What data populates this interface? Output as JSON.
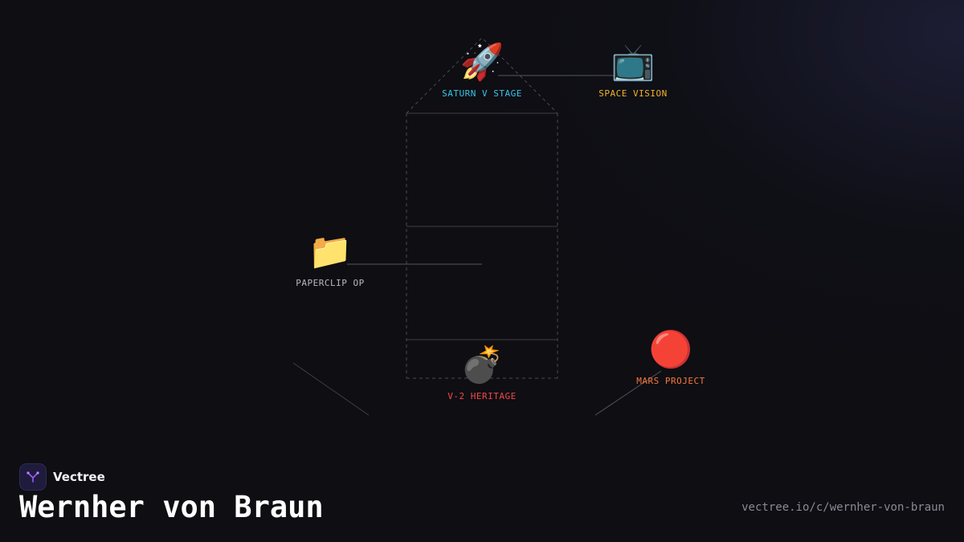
{
  "brand": {
    "name": "Vectree",
    "logo_icon": "tree-branch-icon"
  },
  "page": {
    "title": "Wernher von Braun",
    "url": "vectree.io/c/wernher-von-braun"
  },
  "nodes": [
    {
      "id": "saturn",
      "label": "SATURN V STAGE",
      "emoji": "🚀",
      "icon": "rocket-icon",
      "color": "#38c4e8"
    },
    {
      "id": "space-vision",
      "label": "SPACE VISION",
      "emoji": "📺",
      "icon": "television-icon",
      "color": "#f0b429"
    },
    {
      "id": "paperclip",
      "label": "PAPERCLIP OP",
      "emoji": "📁",
      "icon": "folder-icon",
      "color": "#b8b8c0"
    },
    {
      "id": "v2",
      "label": "V-2 HERITAGE",
      "emoji": "💣",
      "icon": "bomb-icon",
      "color": "#ef4848"
    },
    {
      "id": "mars",
      "label": "MARS PROJECT",
      "emoji": "🔴",
      "icon": "red-circle-icon",
      "color": "#f5793b"
    }
  ],
  "colors": {
    "background": "#0e0e13",
    "connector": "#55555e",
    "outline": "#4a4a52"
  }
}
